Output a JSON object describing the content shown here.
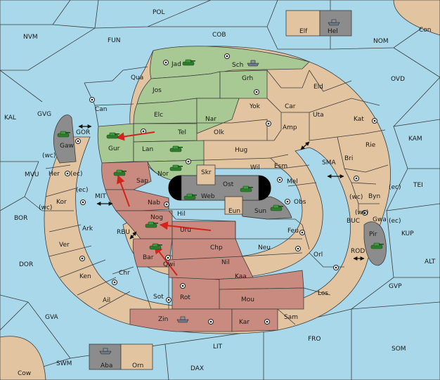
{
  "sea_labels": {
    "pol": "POL",
    "nvm": "NVM",
    "fun": "FUN",
    "cob": "COB",
    "nom": "NOM",
    "ovd": "OVD",
    "con": "Con",
    "kal": "KAL",
    "gvg": "GVG",
    "gor": "GOR",
    "mvu": "MVU",
    "kam": "KAM",
    "sma": "SMA",
    "tei": "TEI",
    "bor": "BOR",
    "mit": "MIT",
    "rbu": "RBU",
    "buc": "BUC",
    "kup": "KUP",
    "rod": "ROD",
    "alt": "ALT",
    "dor": "DOR",
    "gvp": "GVP",
    "gva": "GVA",
    "fro": "FRO",
    "som": "SOM",
    "lit": "LIT",
    "swm": "SWM",
    "dax": "DAX",
    "cow": "Cow"
  },
  "land_labels": {
    "jad": "Jad",
    "sch": "Sch",
    "qua": "Qua",
    "jos": "Jos",
    "grh": "Grh",
    "can": "Can",
    "elc": "Elc",
    "nar": "Nar",
    "yok": "Yok",
    "car": "Car",
    "eld": "Eld",
    "uta": "Uta",
    "kat": "Kat",
    "tel": "Tel",
    "olk": "Olk",
    "amp": "Amp",
    "gaw": "Gaw",
    "gur": "Gur",
    "lan": "Lan",
    "hug": "Hug",
    "rie": "Rie",
    "bri": "Bri",
    "wil": "Wil",
    "esm": "Esm",
    "nor": "Nor",
    "skr": "Skr",
    "ost": "Ost",
    "web": "Web",
    "mel": "Mel",
    "sap": "Sap",
    "her": "Her",
    "byn": "Byn",
    "kor": "Kor",
    "nab": "Nab",
    "eun": "Eun",
    "sun": "Sun",
    "obs": "Obs",
    "hil": "Hil",
    "gwa": "Gwa",
    "nog": "Nog",
    "uru": "Uru",
    "feu": "Feu",
    "ark": "Ark",
    "pir": "Pir",
    "ver": "Ver",
    "chp": "Chp",
    "neu": "Neu",
    "orl": "Orl",
    "bar": "Bar",
    "qwi": "Qwi",
    "nil": "Nil",
    "ken": "Ken",
    "chr": "Chr",
    "kaa": "Kaa",
    "los": "Los",
    "ail": "Ail",
    "sot": "Sot",
    "rot": "Rot",
    "mou": "Mou",
    "zin": "Zin",
    "kar": "Kar",
    "sam": "Sam",
    "elf": "Elf",
    "hel": "Hel",
    "aba": "Aba",
    "orn": "Orn"
  },
  "coast_labels": {
    "wc": "(wc)",
    "ec": "(ec)"
  },
  "colors": {
    "sea": "#a8d8ea",
    "neutral": "#e2c4a0",
    "green_power": "#a8c894",
    "red_power": "#c98b7f",
    "grey_power": "#8c8c8c",
    "order_arrow": "#d4231c"
  },
  "units": [
    {
      "type": "army",
      "power": "green",
      "province": "Jad"
    },
    {
      "type": "fleet",
      "power": "grey",
      "province": "Sch"
    },
    {
      "type": "army",
      "power": "green",
      "province": "Gaw"
    },
    {
      "type": "army",
      "power": "green",
      "province": "Gur"
    },
    {
      "type": "army",
      "power": "green",
      "province": "Lan"
    },
    {
      "type": "army",
      "power": "green",
      "province": "Nor"
    },
    {
      "type": "army",
      "power": "red",
      "province": "Sap"
    },
    {
      "type": "army",
      "power": "grey",
      "province": "Web"
    },
    {
      "type": "army",
      "power": "grey",
      "province": "Ost"
    },
    {
      "type": "army",
      "power": "grey",
      "province": "Sun"
    },
    {
      "type": "army",
      "power": "red",
      "province": "Nog"
    },
    {
      "type": "army",
      "power": "red",
      "province": "Bar"
    },
    {
      "type": "army",
      "power": "grey",
      "province": "Pir"
    },
    {
      "type": "fleet",
      "power": "grey",
      "province": "Zin"
    },
    {
      "type": "fleet",
      "power": "grey",
      "province": "Aba"
    },
    {
      "type": "fleet",
      "power": "grey",
      "province": "Hel"
    }
  ]
}
